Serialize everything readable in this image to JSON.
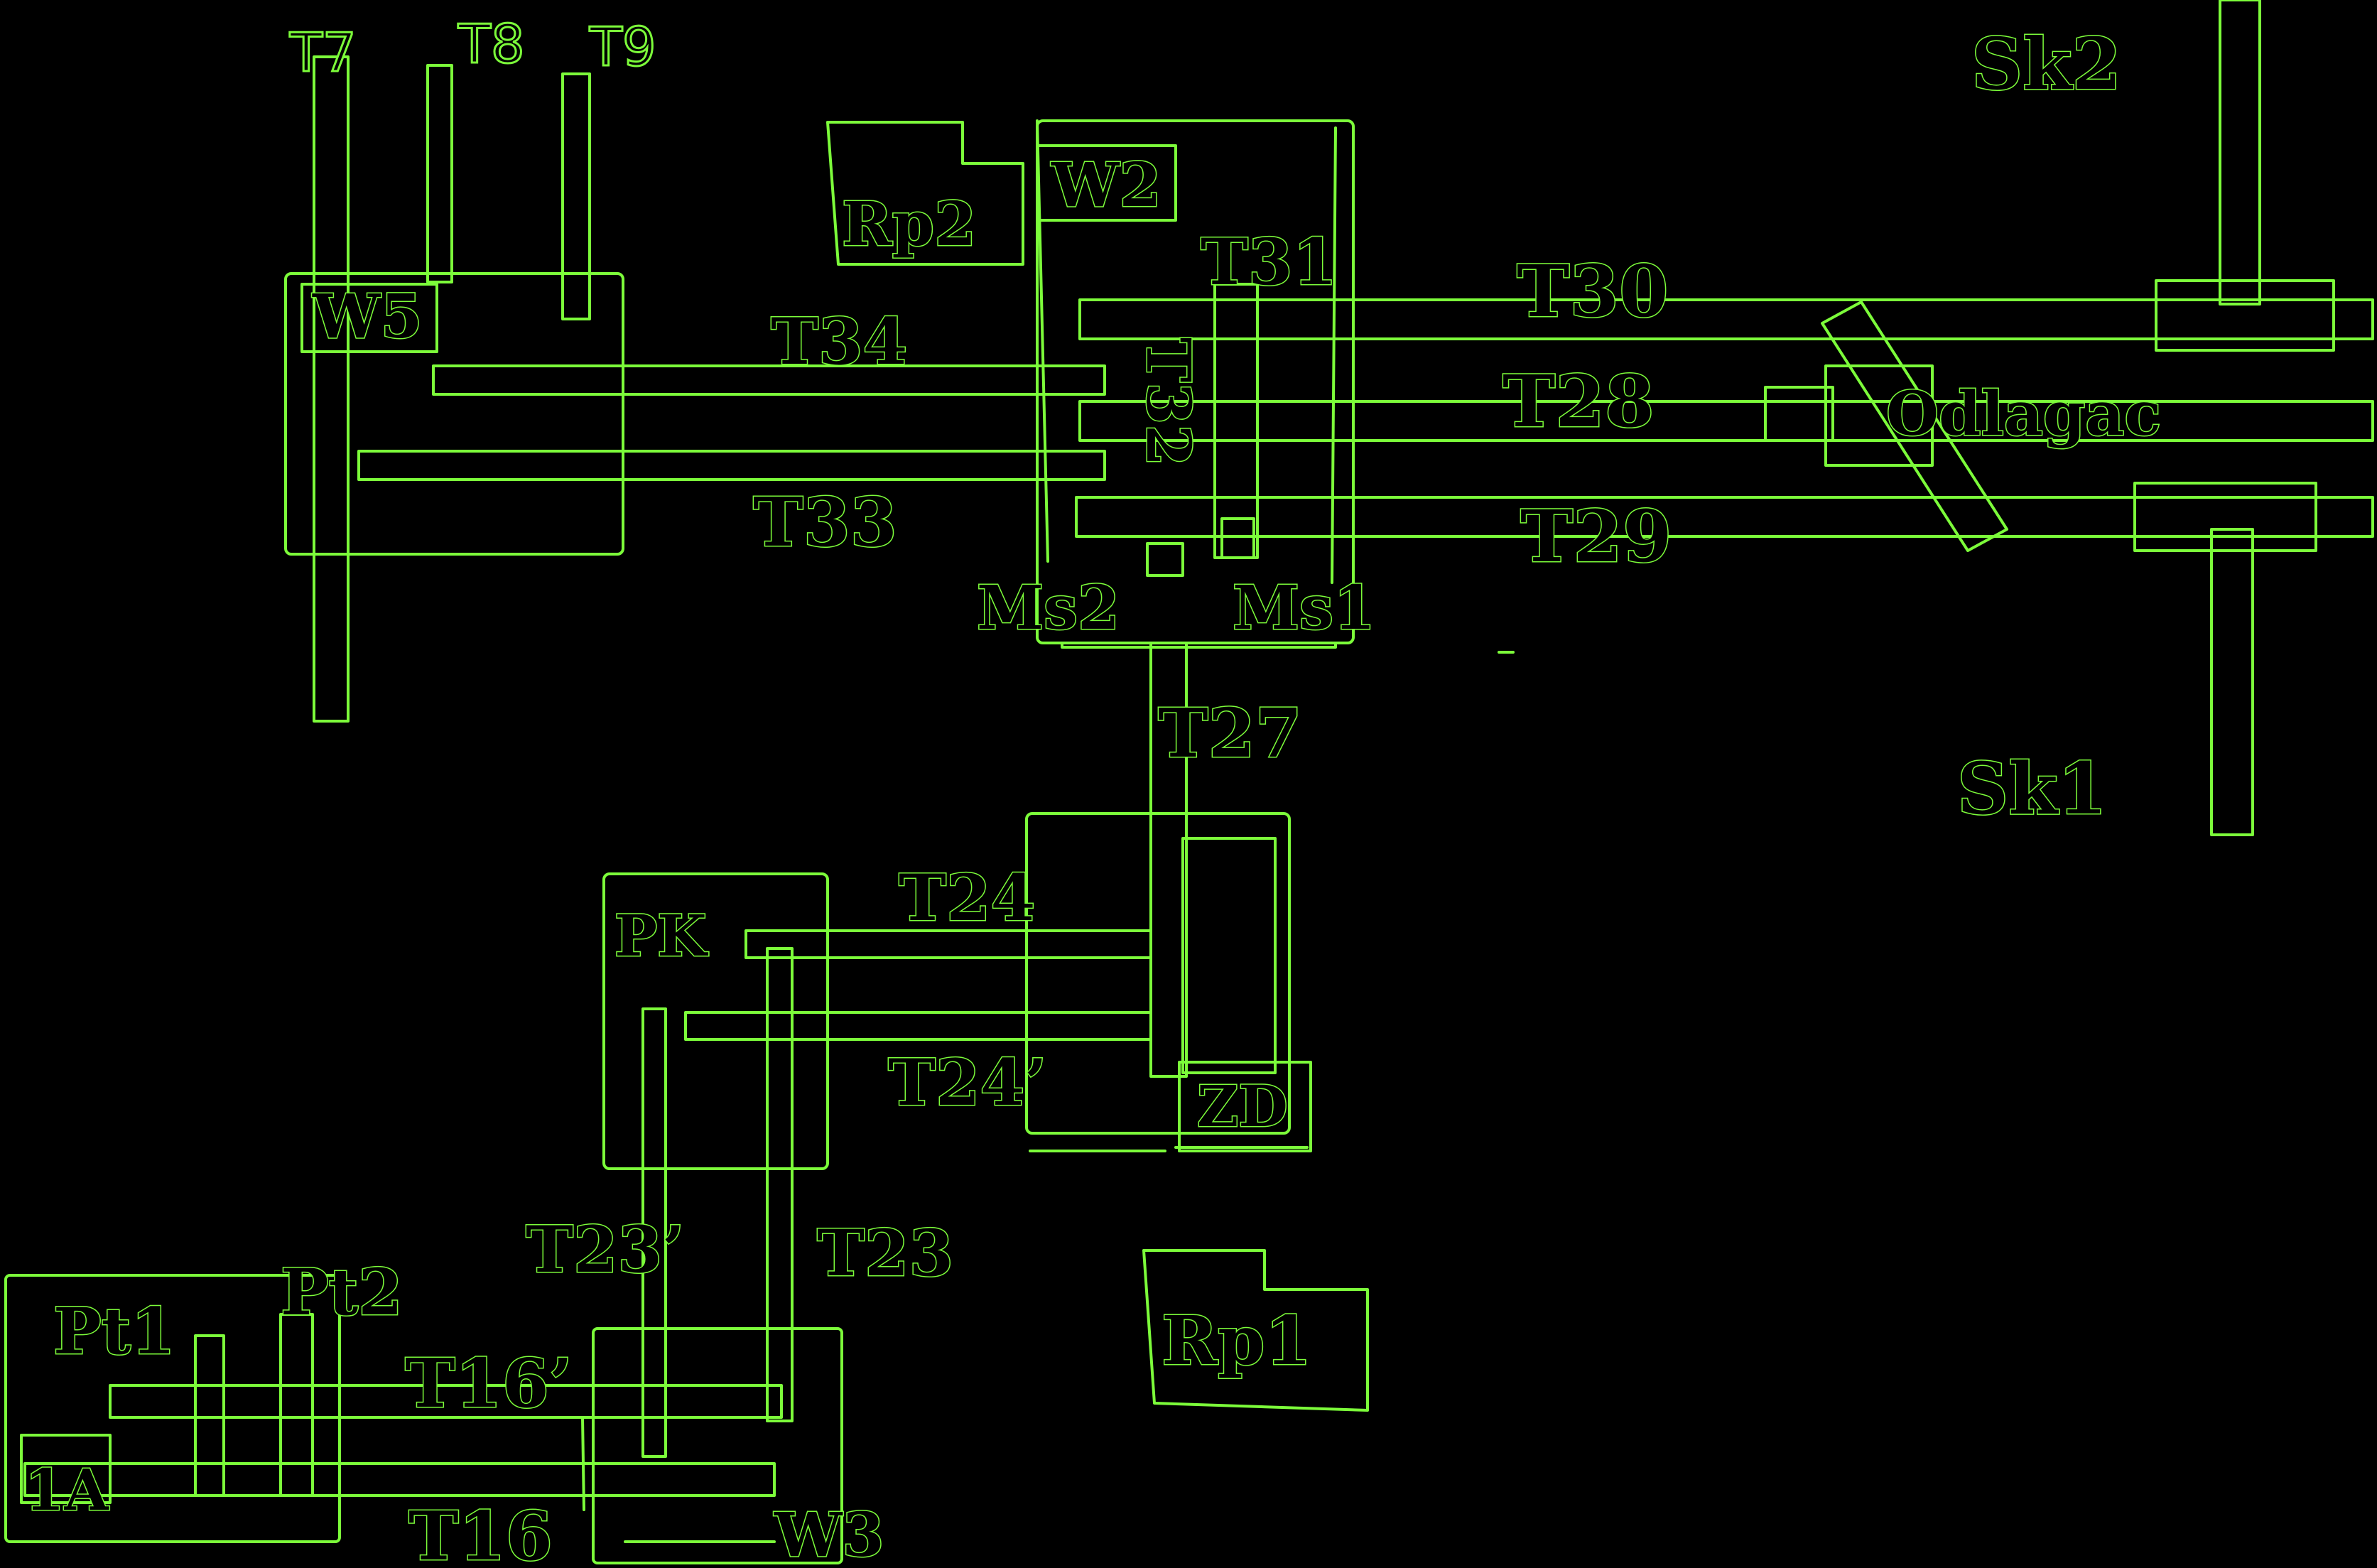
{
  "diagram": {
    "background": "#000000",
    "line_color": "#7CFC3A",
    "labels": {
      "t7": "T7",
      "t8": "T8",
      "t9": "T9",
      "sk2": "Sk2",
      "sk1": "Sk1",
      "rp2": "Rp2",
      "w2": "W2",
      "w5": "W5",
      "t31": "T31",
      "t30": "T30",
      "t34": "T34",
      "t32": "T32",
      "t28": "T28",
      "odlagac": "Odlagac",
      "t33": "T33",
      "t29": "T29",
      "ms2": "Ms2",
      "ms1": "Ms1",
      "t27": "T27",
      "t24": "T24",
      "pk": "PK",
      "t24p": "T24’",
      "zd": "ZD",
      "t23p": "T23’",
      "t23": "T23",
      "pt2": "Pt2",
      "pt1": "Pt1",
      "rp1": "Rp1",
      "t16p": "T16’",
      "a1": "1A",
      "t16": "T16",
      "w3": "W3"
    }
  }
}
